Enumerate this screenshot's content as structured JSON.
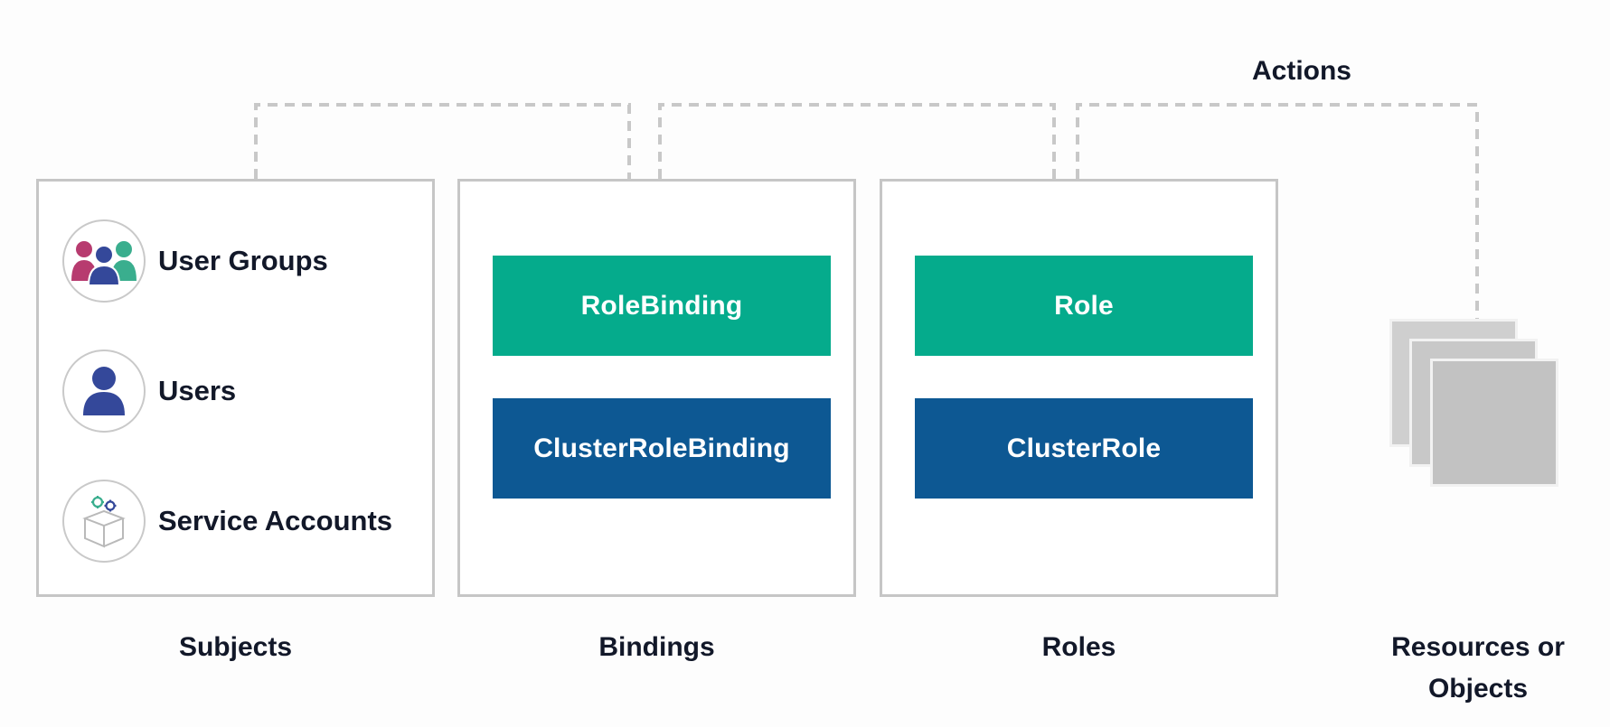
{
  "labels": {
    "actions": "Actions",
    "subjects": "Subjects",
    "bindings": "Bindings",
    "roles": "Roles",
    "resources_line1": "Resources or",
    "resources_line2": "Objects"
  },
  "subjects": {
    "items": [
      {
        "label": "User Groups",
        "icon": "user-group-icon"
      },
      {
        "label": "Users",
        "icon": "user-icon"
      },
      {
        "label": "Service Accounts",
        "icon": "service-account-box-icon"
      }
    ]
  },
  "bindings": {
    "role_binding": "RoleBinding",
    "cluster_role_binding": "ClusterRoleBinding"
  },
  "roles": {
    "role": "Role",
    "cluster_role": "ClusterRole"
  },
  "colors": {
    "green": "#05ab8c",
    "blue": "#0d5893",
    "border": "#c6c6c6",
    "connector": "#c8c8c8",
    "text": "#121829",
    "icon_magenta": "#b73b6f",
    "icon_navy": "#34489a",
    "icon_teal": "#3aae8e"
  }
}
